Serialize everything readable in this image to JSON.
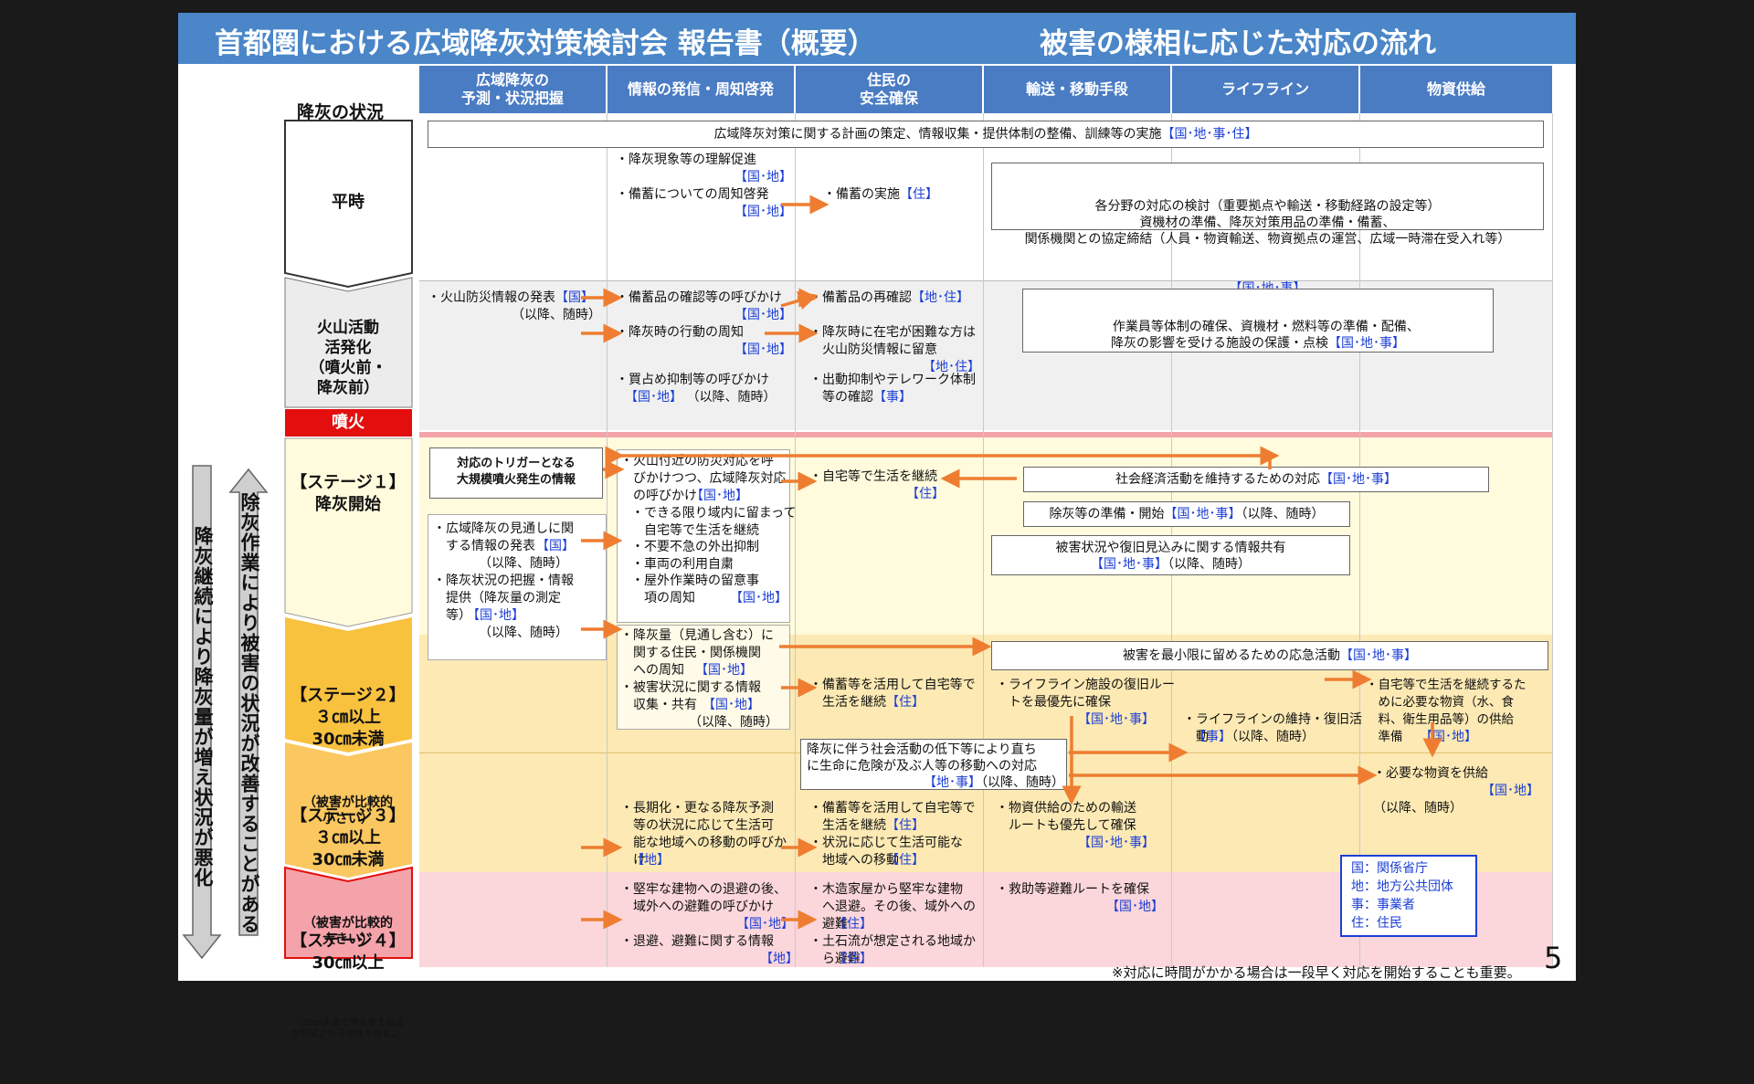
{
  "title": {
    "left": "首都圏における広域降灰対策検討会 報告書（概要）",
    "right": "被害の様相に応じた対応の流れ"
  },
  "axis_label": "降灰の状況",
  "columns": [
    "広域降灰の\n予測・状況把握",
    "情報の発信・周知啓発",
    "住民の\n安全確保",
    "輸送・移動手段",
    "ライフライン",
    "物資供給"
  ],
  "stages": {
    "heiji": "平時",
    "kazan": "火山活動\n活発化\n（噴火前・\n降灰前）",
    "funka": "噴火",
    "s1": "【ステージ１】\n降灰開始",
    "s2_main": "【ステージ２】\n３㎝以上\n30㎝未満",
    "s2_sub": "（被害が比較的\n小さい）",
    "s3_main": "【ステージ３】\n３㎝以上\n30㎝未満",
    "s3_sub": "（被害が比較的\n大きい）",
    "s4_main": "【ステージ４】\n30㎝以上",
    "s4_sub": "（30㎝未満で降灰後土石流\nが想定される地域を含む。）"
  },
  "side_arrows": {
    "down": "降灰継続により降灰量が増え状況が悪化",
    "up": "除灰作業により被害の状況が改善することがある"
  },
  "cells": {
    "heiji_banner": "広域降灰対策に関する計画の策定、情報収集・提供体制の整備、訓練等の実施",
    "heiji_banner_tag": "【国･地･事･住】",
    "heiji_c1": "・降灰現象等の理解促進",
    "heiji_c1_tag": "【国･地】",
    "heiji_c2": "・備蓄についての周知啓発",
    "heiji_c2_tag": "【国･地】",
    "heiji_c3": "・備蓄の実施",
    "heiji_c3_tag": "【住】",
    "heiji_box": "各分野の対応の検討（重要拠点や輸送・移動経路の設定等）\n資機材の準備、降灰対策用品の準備・備蓄、\n関係機関との協定締結（人員・物資輸送、物資拠点の運営、広域一時滞在受入れ等）",
    "heiji_box_tag": "【国･地･事】",
    "kz_a1": "・火山防災情報の発表",
    "kz_a1_tag": "【国】",
    "kz_a2": "（以降、随時）",
    "kz_b1": "・備蓄品の確認等の呼びかけ",
    "kz_b1_tag": "【国･地】",
    "kz_b2": "・降灰時の行動の周知",
    "kz_b2_tag": "【国･地】",
    "kz_b3": "・買占め抑制等の呼びかけ",
    "kz_b3_tag": "【国･地】",
    "kz_b3_after": "（以降、随時）",
    "kz_c1": "・備蓄品の再確認",
    "kz_c1_tag": "【地･住】",
    "kz_c2": "・降灰時に在宅が困難な方は\n　火山防災情報に留意",
    "kz_c2_tag": "【地･住】",
    "kz_c3": "・出動抑制やテレワーク体制\n　等の確認",
    "kz_c3_tag": "【事】",
    "kz_box": "作業員等体制の確保、資機材・燃料等の準備・配備、\n降灰の影響を受ける施設の保護・点検",
    "kz_box_tag": "【国･地･事】",
    "s1_trigger": "対応のトリガーとなる\n大規模噴火発生の情報",
    "s1_a": "・広域降灰の見通しに関\n　する情報の発表",
    "s1_a_tag": "【国】",
    "s1_a2": "（以降、随時）",
    "s1_a3": "・降灰状況の把握・情報\n　提供（降灰量の測定\n　等）",
    "s1_a3_tag": "【国･地】",
    "s1_a4": "（以降、随時）",
    "s1_b": "・火山付近の防災対応を呼\n　びかけつつ、広域降灰対応\n　の呼びかけ",
    "s1_b_tag": "【国･地】",
    "s1_b2": "・できる限り域内に留まって\n　自宅等で生活を継続\n・不要不急の外出抑制\n・車両の利用自粛\n・屋外作業時の留意事\n　項の周知",
    "s1_b2_tag": "【国･地】",
    "s1_c": "・自宅等で生活を継続",
    "s1_c_tag": "【住】",
    "s1_box1": "社会経済活動を維持するための対応",
    "s1_box1_tag": "【国･地･事】",
    "s1_box2": "除灰等の準備・開始",
    "s1_box2_tag": "【国･地･事】",
    "s1_box2_after": "（以降、随時）",
    "s1_box3": "被害状況や復旧見込みに関する情報共有",
    "s1_box3_tag": "【国･地･事】",
    "s1_box3_after": "（以降、随時）",
    "s2_b": "・降灰量（見通し含む）に\n　関する住民・関係機関\n　への周知",
    "s2_b_tag": "【国･地】",
    "s2_b2": "・被害状況に関する情報\n　収集・共有",
    "s2_b2_tag": "【国･地】",
    "s2_b3": "（以降、随時）",
    "s2_box": "被害を最小限に留めるための応急活動",
    "s2_box_tag": "【国･地･事】",
    "s2_c": "・備蓄等を活用して自宅等で\n　生活を継続",
    "s2_c_tag": "【住】",
    "s2_d": "・ライフライン施設の復旧ルー\n　トを最優先に確保",
    "s2_d_tag": "【国･地･事】",
    "s2_e": "・ライフラインの維持・復旧活\n　動",
    "s2_e_tag": "【事】",
    "s2_e_after": "（以降、随時）",
    "s2_f": "・自宅等で生活を継続するた\n　めに必要な物資（水、食\n　料、衛生用品等）の供給\n　準備",
    "s2_f_tag": "【国･地】",
    "s23_box": "降灰に伴う社会活動の低下等により直ち\nに生命に危険が及ぶ人等の移動への対応",
    "s23_box_tag": "【地･事】",
    "s23_box_after": "（以降、随時）",
    "s3_b": "・長期化・更なる降灰予測\n　等の状況に応じて生活可\n　能な地域への移動の呼びか\n　け",
    "s3_b_tag": "【地】",
    "s3_c": "・備蓄等を活用して自宅等で\n　生活を継続",
    "s3_c_tag": "【住】",
    "s3_c2": "・状況に応じて生活可能な\n　地域への移動",
    "s3_c2_tag": "【住】",
    "s3_d": "・物資供給のための輸送\n　ルートも優先して確保",
    "s3_d_tag": "【国･地･事】",
    "s3_f": "・必要な物資を供給",
    "s3_f_tag": "【国･地】",
    "s3_f2": "（以降、随時）",
    "s4_b": "・堅牢な建物への退避の後、\n　域外への避難の呼びかけ",
    "s4_b_tag": "【国･地】",
    "s4_b2": "・退避、避難に関する情報",
    "s4_b2_tag": "【地】",
    "s4_c": "・木造家屋から堅牢な建物\n　へ退避。その後、域外への\n　避難",
    "s4_c_tag": "【住】",
    "s4_c2": "・土石流が想定される地域か\n　ら避難",
    "s4_c2_tag": "【住】",
    "s4_d": "・救助等避難ルートを確保",
    "s4_d_tag": "【国･地】"
  },
  "legend": [
    "国：関係省庁",
    "地：地方公共団体",
    "事：事業者",
    "住：住民"
  ],
  "footnote": "※対応に時間がかかる場合は一段早く対応を開始することも重要。",
  "page_number": "5",
  "colors": {
    "title_bar": "#4a86c8",
    "header": "#4a7cc4",
    "tag_blue": "#1d3fd6",
    "arrow_orange": "#ee7d31",
    "stage1_bg": "#fffbdc",
    "stage23_bg": "#fce9b3",
    "stage4_bg": "#fbd6da",
    "funka_red": "#e30f0f"
  }
}
